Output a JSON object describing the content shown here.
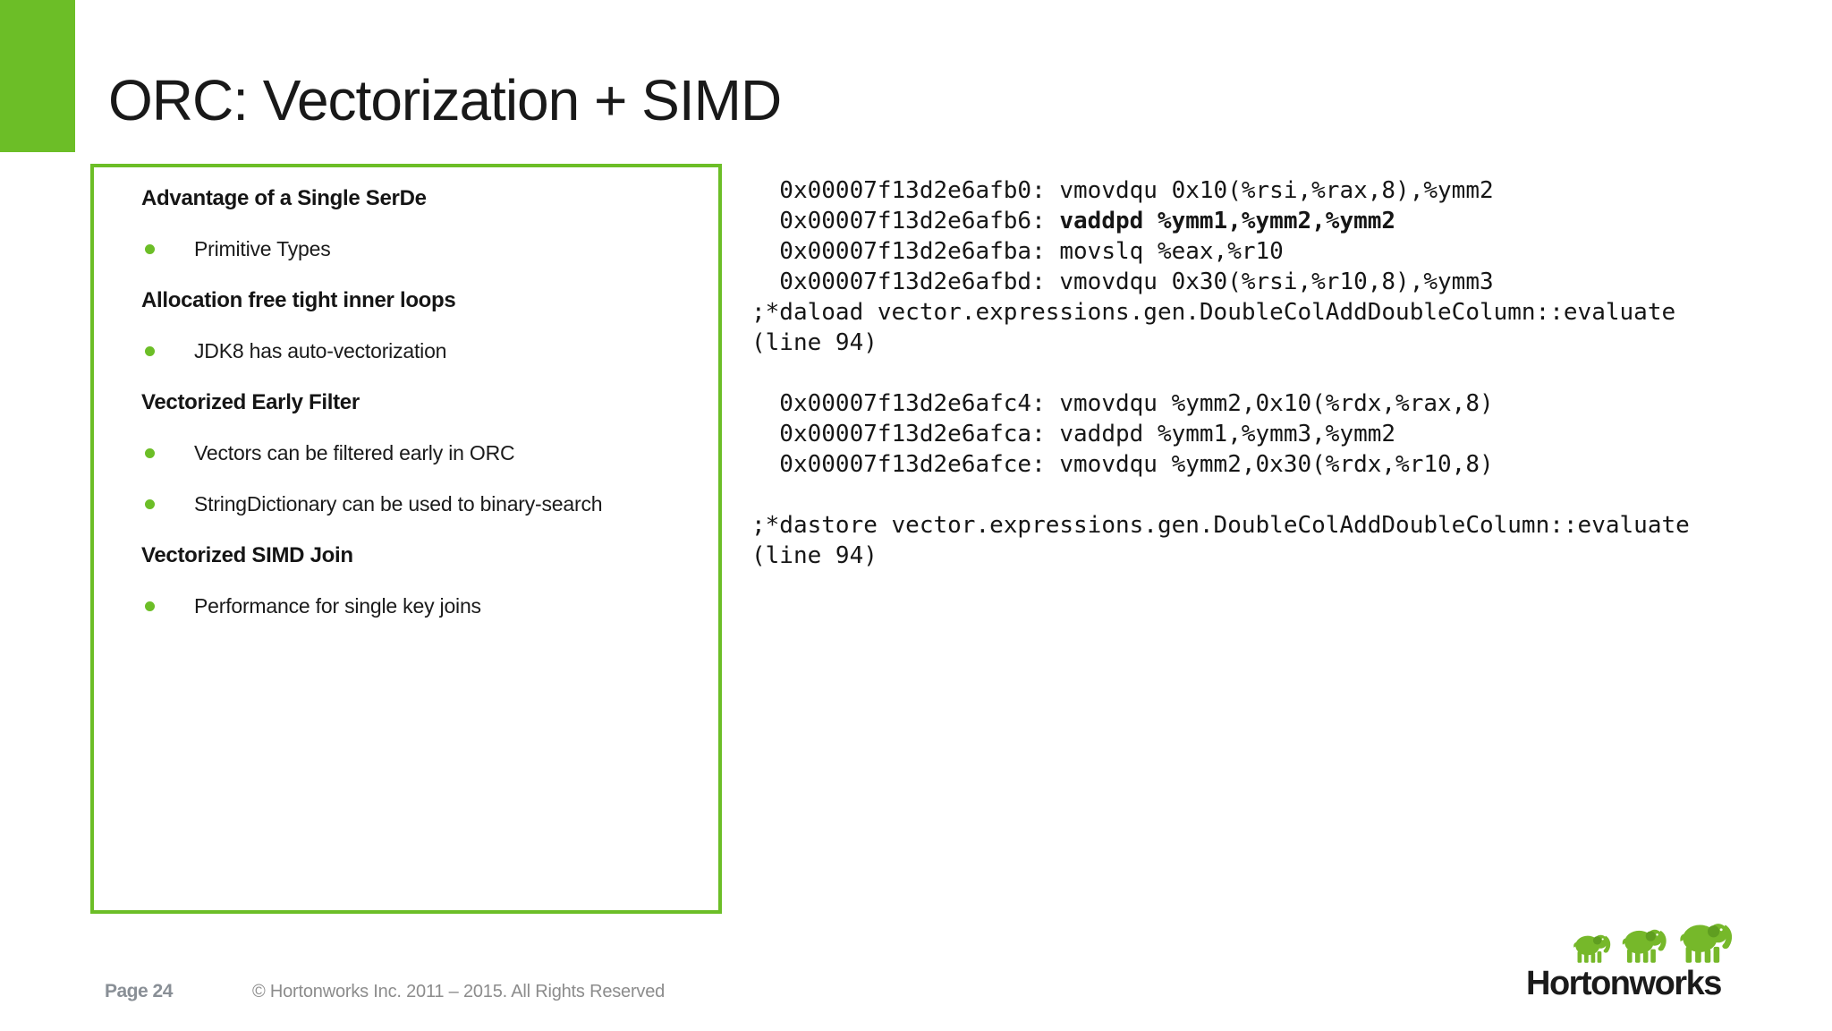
{
  "title": "ORC: Vectorization + SIMD",
  "panel": {
    "sections": [
      {
        "heading": "Advantage of a Single SerDe",
        "bullets": [
          "Primitive Types"
        ]
      },
      {
        "heading": "Allocation free tight inner loops",
        "bullets": [
          "JDK8 has auto-vectorization"
        ]
      },
      {
        "heading": "Vectorized Early Filter",
        "bullets": [
          "Vectors can be filtered early in ORC",
          "StringDictionary can be used to binary-search"
        ]
      },
      {
        "heading": "Vectorized SIMD Join",
        "bullets": [
          "Performance for single key joins"
        ]
      }
    ]
  },
  "code": {
    "lines": [
      {
        "text": "  0x00007f13d2e6afb0: vmovdqu 0x10(%rsi,%rax,8),%ymm2"
      },
      {
        "prefix": "  0x00007f13d2e6afb6: ",
        "bold": "vaddpd %ymm1,%ymm2,%ymm2"
      },
      {
        "text": "  0x00007f13d2e6afba: movslq %eax,%r10"
      },
      {
        "text": "  0x00007f13d2e6afbd: vmovdqu 0x30(%rsi,%r10,8),%ymm3"
      },
      {
        "text": ";*daload vector.expressions.gen.DoubleColAddDoubleColumn::evaluate"
      },
      {
        "text": "(line 94)"
      },
      {
        "text": ""
      },
      {
        "text": "  0x00007f13d2e6afc4: vmovdqu %ymm2,0x10(%rdx,%rax,8)"
      },
      {
        "text": "  0x00007f13d2e6afca: vaddpd %ymm1,%ymm3,%ymm2"
      },
      {
        "text": "  0x00007f13d2e6afce: vmovdqu %ymm2,0x30(%rdx,%r10,8)"
      },
      {
        "text": ""
      },
      {
        "text": ";*dastore vector.expressions.gen.DoubleColAddDoubleColumn::evaluate"
      },
      {
        "text": "(line 94)"
      }
    ]
  },
  "footer": {
    "page_label": "Page 24",
    "copyright": "© Hortonworks Inc. 2011 – 2015. All Rights Reserved"
  },
  "logo": {
    "text": "Hortonworks",
    "icon": "three-green-elephants-icon"
  },
  "colors": {
    "accent_green": "#6CBE27",
    "logo_green": "#76B82A",
    "text_dark": "#181818",
    "footer_gray": "#898F96"
  }
}
